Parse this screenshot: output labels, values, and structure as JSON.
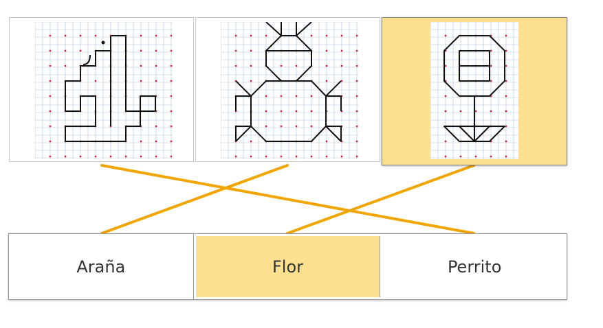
{
  "colors": {
    "connector": "#f0a500",
    "highlight": "#fde08f",
    "grid": "#a9c3da",
    "dot": "#cc2244",
    "figure": "#111111"
  },
  "cards": [
    {
      "figure": "perrito",
      "selected": false
    },
    {
      "figure": "arana",
      "selected": false
    },
    {
      "figure": "flor",
      "selected": true
    }
  ],
  "labels": [
    {
      "text": "Araña",
      "selected": false
    },
    {
      "text": "Flor",
      "selected": true
    },
    {
      "text": "Perrito",
      "selected": false
    }
  ],
  "connections": [
    {
      "card": 0,
      "label": 2
    },
    {
      "card": 1,
      "label": 0
    },
    {
      "card": 2,
      "label": 1
    }
  ]
}
